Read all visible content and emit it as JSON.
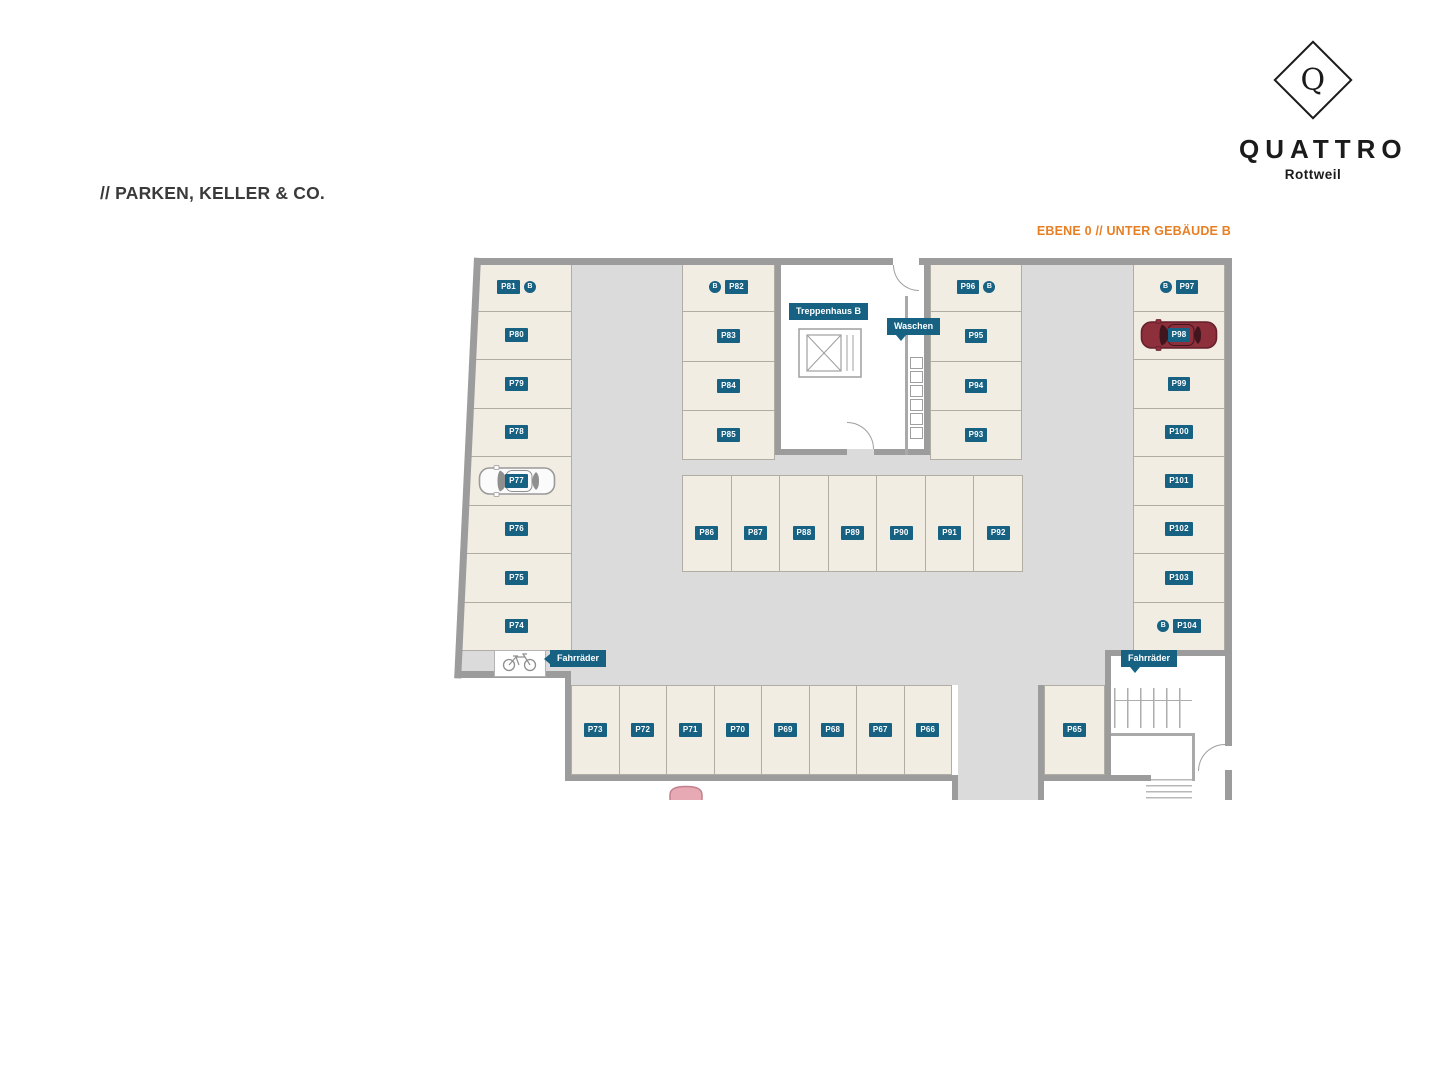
{
  "header": {
    "title": "// PARKEN, KELLER & CO."
  },
  "legend": {
    "level_label": "EBENE 0 // UNTER GEBÄUDE B"
  },
  "logo": {
    "letter": "Q",
    "name": "QUATTRO",
    "city": "Rottweil"
  },
  "labels": {
    "stairwell": "Treppenhaus B",
    "laundry": "Waschen",
    "bikes_left": "Fahrräder",
    "bikes_right": "Fahrräder",
    "b_badge": "B"
  },
  "stalls": {
    "left_column": [
      {
        "id": "P81",
        "b": "right"
      },
      {
        "id": "P80"
      },
      {
        "id": "P79"
      },
      {
        "id": "P78"
      },
      {
        "id": "P77",
        "car": "white"
      },
      {
        "id": "P76"
      },
      {
        "id": "P75"
      },
      {
        "id": "P74"
      }
    ],
    "mid_left_column": [
      {
        "id": "P82",
        "b": "left"
      },
      {
        "id": "P83"
      },
      {
        "id": "P84"
      },
      {
        "id": "P85"
      }
    ],
    "mid_right_column": [
      {
        "id": "P96",
        "b": "right"
      },
      {
        "id": "P95"
      },
      {
        "id": "P94"
      },
      {
        "id": "P93"
      }
    ],
    "right_column": [
      {
        "id": "P97",
        "b": "left"
      },
      {
        "id": "P98",
        "car": "red"
      },
      {
        "id": "P99"
      },
      {
        "id": "P100"
      },
      {
        "id": "P101"
      },
      {
        "id": "P102"
      },
      {
        "id": "P103"
      },
      {
        "id": "P104",
        "b": "left"
      }
    ],
    "center_row": [
      {
        "id": "P86"
      },
      {
        "id": "P87"
      },
      {
        "id": "P88"
      },
      {
        "id": "P89"
      },
      {
        "id": "P90"
      },
      {
        "id": "P91"
      },
      {
        "id": "P92"
      }
    ],
    "bottom_row": [
      {
        "id": "P73"
      },
      {
        "id": "P72"
      },
      {
        "id": "P71"
      },
      {
        "id": "P70"
      },
      {
        "id": "P69"
      },
      {
        "id": "P68"
      },
      {
        "id": "P67"
      },
      {
        "id": "P66"
      }
    ],
    "bottom_single": [
      {
        "id": "P65"
      }
    ]
  },
  "colors": {
    "badge_teal": "#176183",
    "accent_orange": "#e87f22",
    "stall_fill": "#f2ede3",
    "aisle_fill": "#dbdbdb",
    "wall_gray": "#9c9c9c",
    "stall_line": "#b0ada5",
    "car_white": {
      "body": "#fbfbfb",
      "window": "#8f8f8f",
      "stroke": "#9a9a9a"
    },
    "car_red": {
      "body": "#8e2f3c",
      "window": "#40151e",
      "stroke": "#64202b"
    },
    "car_pink": {
      "body": "#e7aab4",
      "stroke": "#c2808c"
    }
  }
}
